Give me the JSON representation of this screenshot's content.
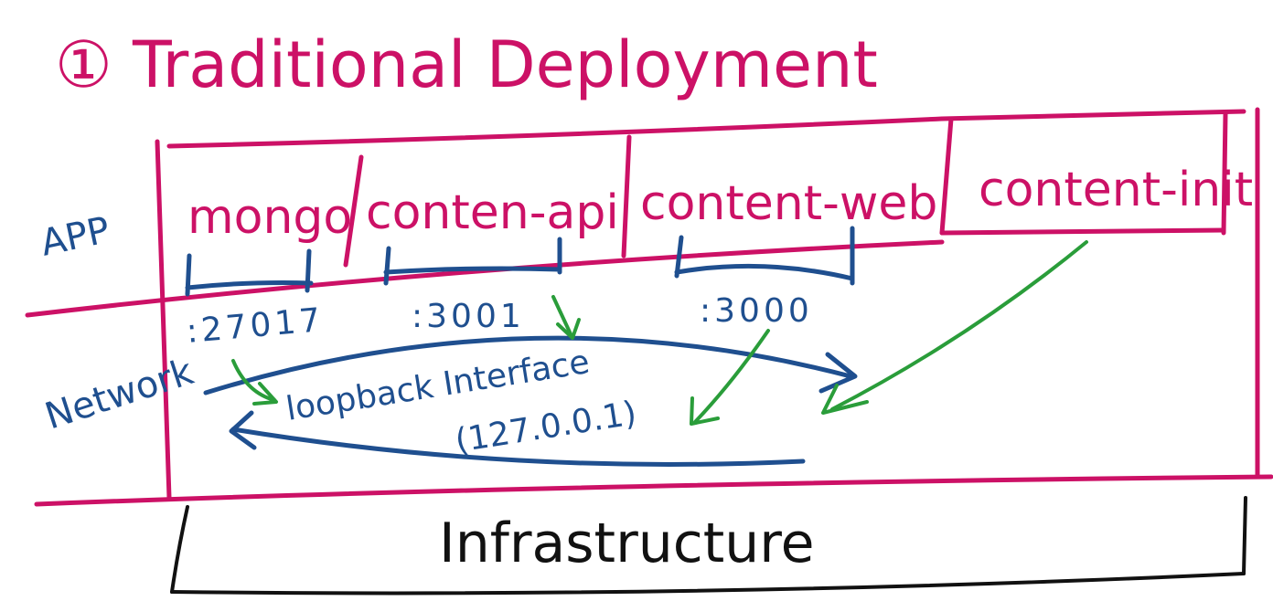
{
  "title": "① Traditional Deployment",
  "colors": {
    "magenta": "#cc1166",
    "blue": "#1f4f8f",
    "green": "#2a9d3a",
    "black": "#111111"
  },
  "layers": {
    "app_label": "APP",
    "network_label": "Network",
    "infrastructure_label": "Infrastructure"
  },
  "apps": [
    {
      "name": "mongo",
      "port": ":27017"
    },
    {
      "name": "conten-api",
      "port": ":3001"
    },
    {
      "name": "content-web",
      "port": ":3000"
    },
    {
      "name": "content-init",
      "port": ""
    }
  ],
  "network": {
    "interface_label": "loopback Interface",
    "interface_ip": "(127.0.0.1)"
  }
}
